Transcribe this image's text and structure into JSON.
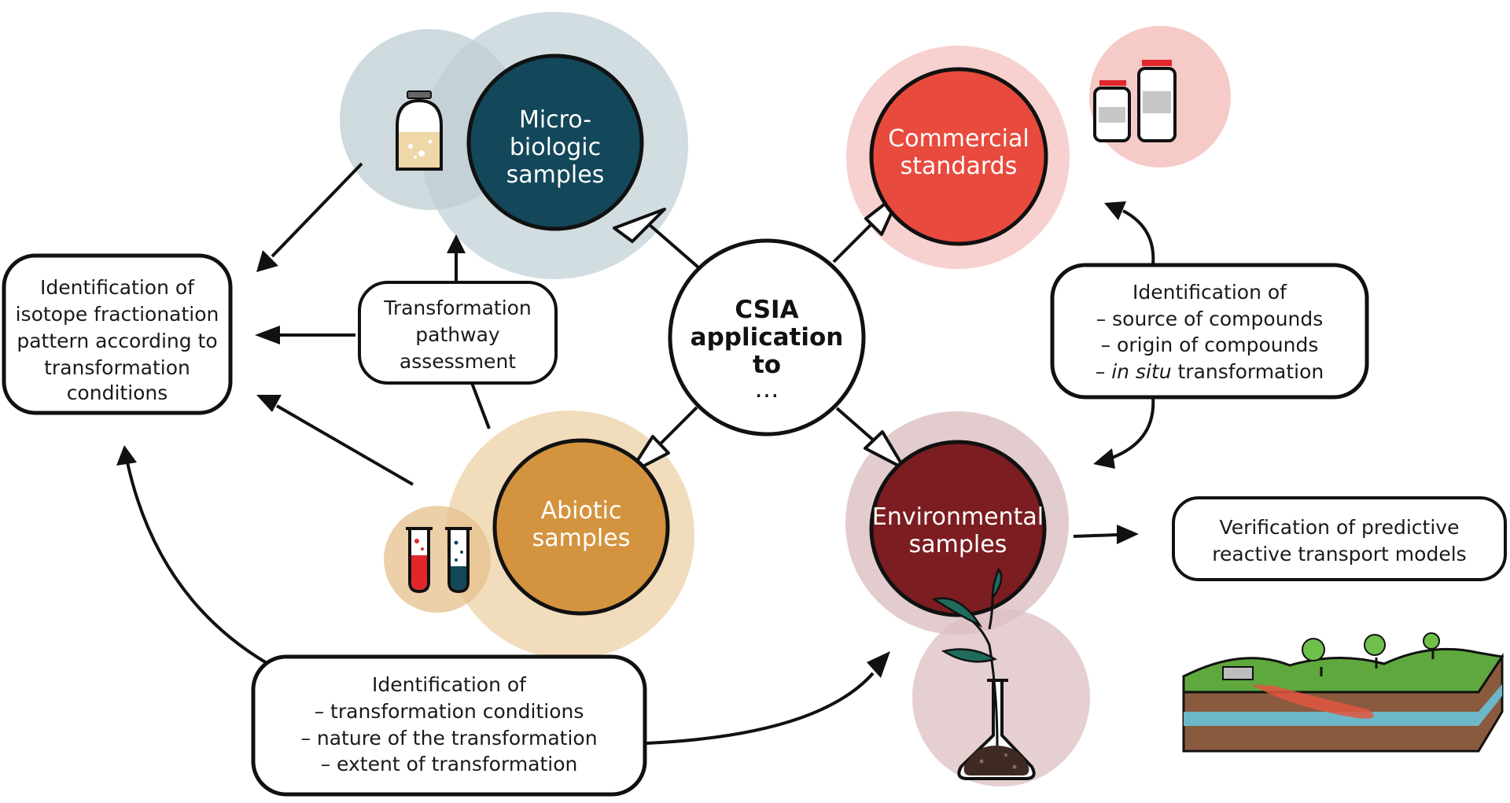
{
  "center": {
    "lines": [
      "CSIA",
      "application",
      "to",
      "…"
    ]
  },
  "nodes": {
    "microbiologic": {
      "lines": [
        "Micro-",
        "biologic",
        "samples"
      ],
      "color": "#13475a",
      "halo": "#c9d7dc"
    },
    "commercial": {
      "lines": [
        "Commercial",
        "standards"
      ],
      "color": "#e84a3d",
      "halo": "#f6c9c6"
    },
    "abiotic": {
      "lines": [
        "Abiotic",
        "samples"
      ],
      "color": "#d4933f",
      "halo": "#f1dcbc"
    },
    "environmental": {
      "lines": [
        "Environmental",
        "samples"
      ],
      "color": "#7b1d21",
      "halo": "#e3cccd"
    }
  },
  "boxes": {
    "isotope_fractionation": {
      "lines": [
        "Identification of",
        "isotope fractionation",
        "pattern according to",
        "transformation",
        "conditions"
      ]
    },
    "transformation_pathway": {
      "lines": [
        "Transformation",
        "pathway",
        "assessment"
      ]
    },
    "source_origin": {
      "heading": "Identification of",
      "items": [
        "– source of compounds",
        "– origin of compounds"
      ],
      "last_prefix": "– ",
      "last_italic": "in situ",
      "last_suffix": " transformation"
    },
    "verification": {
      "lines": [
        "Verification of predictive",
        "reactive transport models"
      ]
    },
    "transformation_conditions": {
      "lines": [
        "Identification of",
        "– transformation conditions",
        "– nature of the transformation",
        "– extent of transformation"
      ]
    }
  },
  "icons": [
    "culture-jar-icon",
    "standard-vials-icon",
    "test-tubes-icon",
    "plant-flask-icon",
    "landscape-cross-section-icon"
  ]
}
